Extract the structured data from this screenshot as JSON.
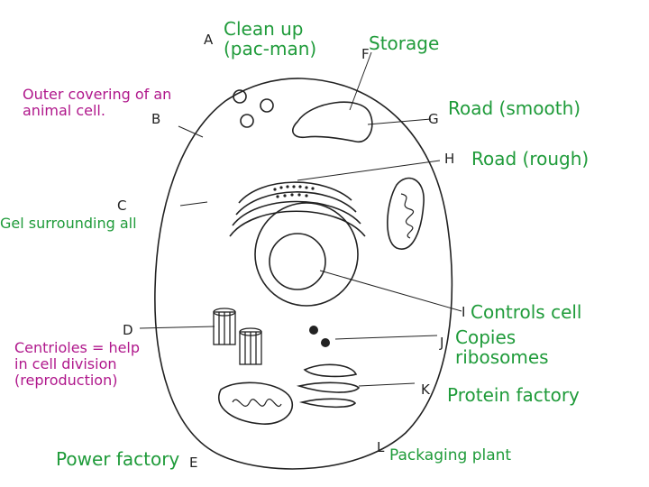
{
  "colors": {
    "green_label": "#1f9b3a",
    "magenta_label": "#b0188c",
    "line": "#222222"
  },
  "letters": {
    "A": "A",
    "B": "B",
    "C": "C",
    "D": "D",
    "E": "E",
    "F": "F",
    "G": "G",
    "H": "H",
    "I": "I",
    "J": "J",
    "K": "K",
    "L": "L"
  },
  "labels": {
    "A": "Clean up\n(pac-man)",
    "B": "Outer covering of an\nanimal cell.",
    "C": "Gel surrounding all",
    "D": "Centrioles = help\nin cell division\n(reproduction)",
    "E": "Power factory",
    "F": "Storage",
    "G": "Road (smooth)",
    "H": "Road (rough)",
    "I": "Controls cell",
    "J": "Copies\nribosomes",
    "K": "Protein factory",
    "L": "Packaging plant"
  }
}
